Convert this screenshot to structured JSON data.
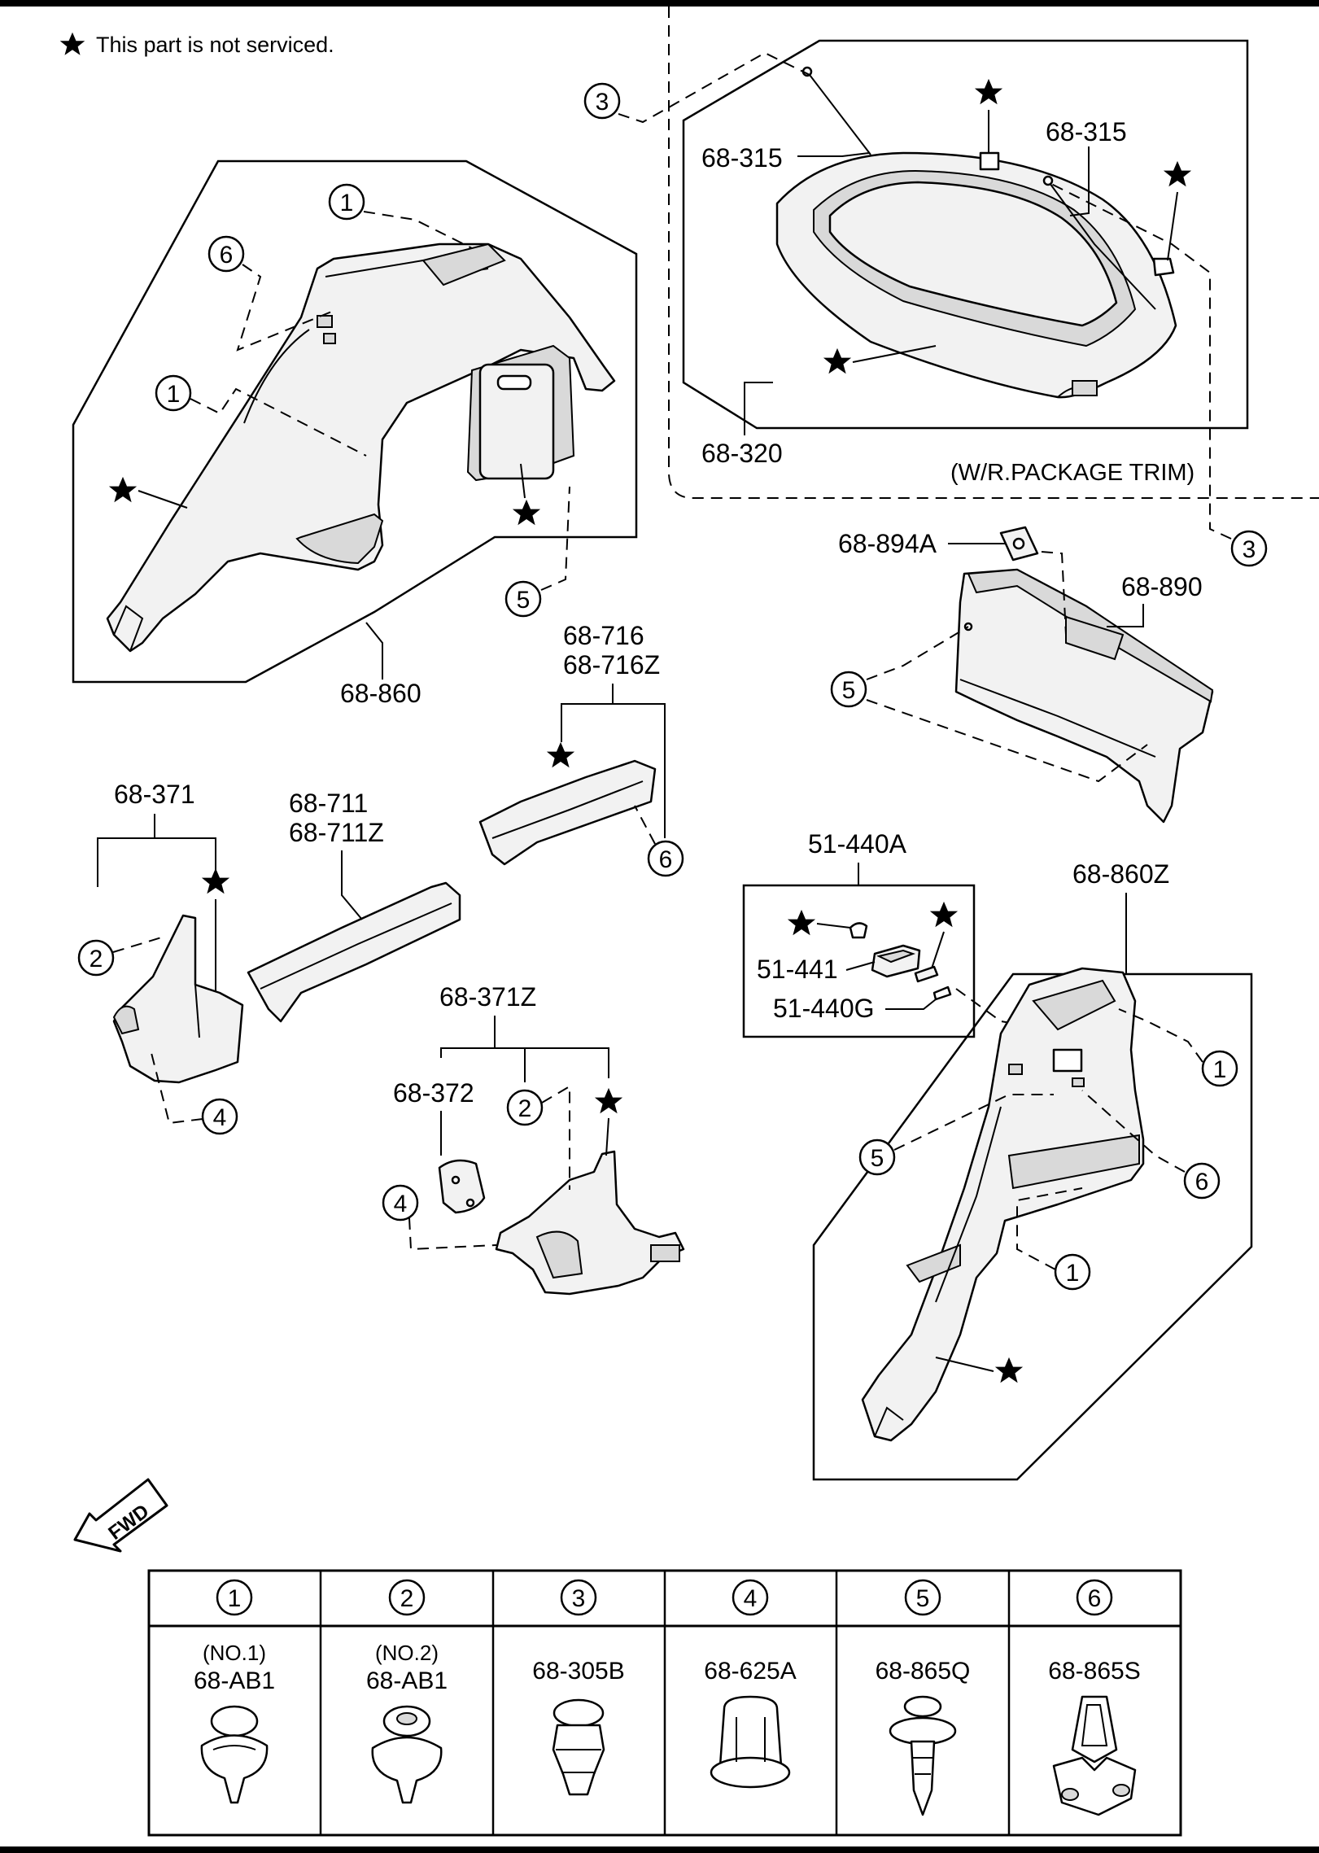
{
  "note": {
    "symbol": "★",
    "text": "This part is not serviced."
  },
  "labels": {
    "p68_315_left": "68-315",
    "p68_315_right": "68-315",
    "p68_320": "68-320",
    "wr_package_trim": "(W/R.PACKAGE TRIM)",
    "p68_860": "68-860",
    "p68_894A": "68-894A",
    "p68_890": "68-890",
    "p68_716": "68-716",
    "p68_716Z": "68-716Z",
    "p68_371": "68-371",
    "p68_711": "68-711",
    "p68_711Z": "68-711Z",
    "p51_440A": "51-440A",
    "p68_860Z": "68-860Z",
    "p51_441": "51-441",
    "p51_440G": "51-440G",
    "p68_371Z": "68-371Z",
    "p68_372": "68-372",
    "fwd": "FWD"
  },
  "callouts": {
    "n1": "1",
    "n2": "2",
    "n3": "3",
    "n4": "4",
    "n5": "5",
    "n6": "6"
  },
  "fasteners": [
    {
      "ref": "1",
      "qualifier": "(NO.1)",
      "part": "68-AB1"
    },
    {
      "ref": "2",
      "qualifier": "(NO.2)",
      "part": "68-AB1"
    },
    {
      "ref": "3",
      "qualifier": "",
      "part": "68-305B"
    },
    {
      "ref": "4",
      "qualifier": "",
      "part": "68-625A"
    },
    {
      "ref": "5",
      "qualifier": "",
      "part": "68-865Q"
    },
    {
      "ref": "6",
      "qualifier": "",
      "part": "68-865S"
    }
  ]
}
